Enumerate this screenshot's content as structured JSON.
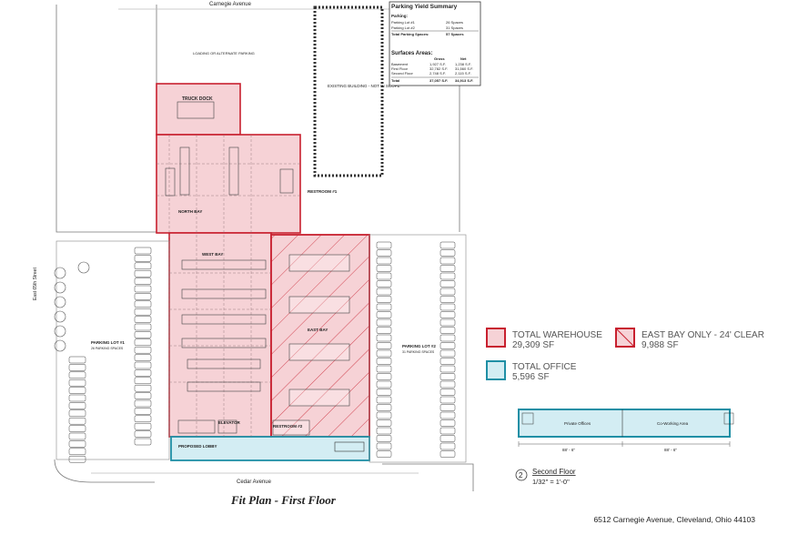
{
  "street_top": "Carnegie Avenue",
  "street_bottom": "Cedar Avenue",
  "street_left": "East 65th Street",
  "loading_note": "LOADING OR ALTERNATE PARKING",
  "existing_building": "EXISTING BUILDING - NOT IN SCOPE",
  "parking_table": {
    "title": "Parking Yield Summary",
    "parking_label": "Parking:",
    "rows": [
      {
        "label": "Parking Lot #1",
        "value": "26 Spaces"
      },
      {
        "label": "Parking Lot #2",
        "value": "31 Spaces"
      },
      {
        "label": "Total Parking Spaces:",
        "value": "57 Spaces"
      }
    ],
    "areas_title": "Surfaces Areas:",
    "col_gross": "Gross",
    "col_net": "Net",
    "area_rows": [
      {
        "label": "Basement",
        "gross": "1,927 S.F.",
        "net": "1,238 S.F."
      },
      {
        "label": "First Floor",
        "gross": "32,782 S.F.",
        "net": "31,560 S.F."
      },
      {
        "label": "Second Floor",
        "gross": "2,748 S.F.",
        "net": "2,115 S.F."
      },
      {
        "label": "Total",
        "gross": "37,057 S.F.",
        "net": "34,913 S.F."
      }
    ]
  },
  "rooms": {
    "truck_dock": "TRUCK DOCK",
    "north_bay": "NORTH BAY",
    "west_bay": "WEST BAY",
    "east_bay": "EAST BAY",
    "restroom1": "RESTROOM #1",
    "restroom2": "RESTROOM #2",
    "elevator": "ELEVATOR",
    "proposed_lobby": "PROPOSED LOBBY",
    "private_offices": "Private Offices",
    "coworking": "Co-Working Area"
  },
  "parking_lot1": "PARKING LOT #1",
  "parking_lot1_sub": "26 PARKING SPACES",
  "parking_lot2": "PARKING LOT #2",
  "parking_lot2_sub": "31 PARKING SPACES",
  "legend": {
    "total_warehouse_label": "TOTAL WAREHOUSE",
    "total_warehouse_value": "29,309 SF",
    "east_bay_label": "EAST BAY ONLY - 24' CLEAR",
    "east_bay_value": "9,988 SF",
    "total_office_label": "TOTAL OFFICE",
    "total_office_value": "5,596 SF"
  },
  "second_floor": {
    "number": "2",
    "title": "Second Floor",
    "scale": "1/32\" = 1'-0\"",
    "dim1": "88' - 6\"",
    "dim2": "88' - 6\""
  },
  "plan_title": "Fit Plan - First Floor",
  "address": "6512 Carnegie Avenue, Cleveland, Ohio 44103",
  "colors": {
    "warehouse_fill": "#f6d2d6",
    "warehouse_stroke": "#c8202f",
    "office_fill": "#d3edf3",
    "office_stroke": "#1f8fa5"
  }
}
